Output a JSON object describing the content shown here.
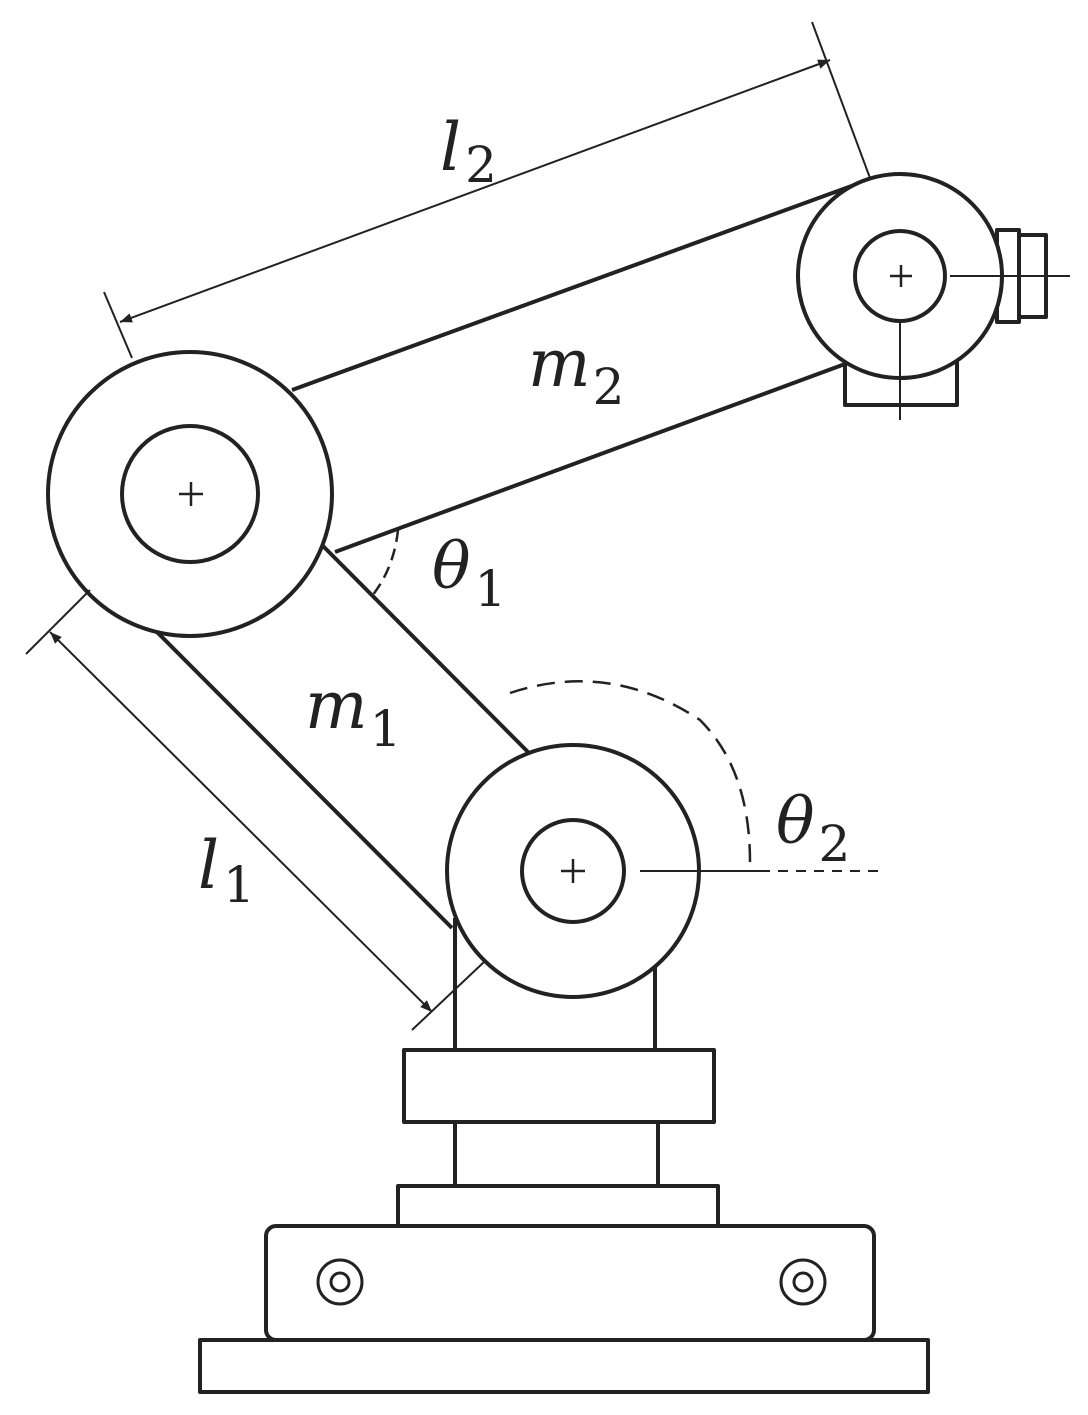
{
  "labels": {
    "l2": {
      "main": "l",
      "sub": "2"
    },
    "m2": {
      "main": "m",
      "sub": "2"
    },
    "theta1": {
      "main": "θ",
      "sub": "1"
    },
    "m1": {
      "main": "m",
      "sub": "1"
    },
    "theta2": {
      "main": "θ",
      "sub": "2"
    },
    "l1": {
      "main": "l",
      "sub": "1"
    }
  },
  "colors": {
    "stroke": "#222222",
    "background": "#ffffff"
  },
  "icons": {
    "center_mark": "plus-sign"
  }
}
